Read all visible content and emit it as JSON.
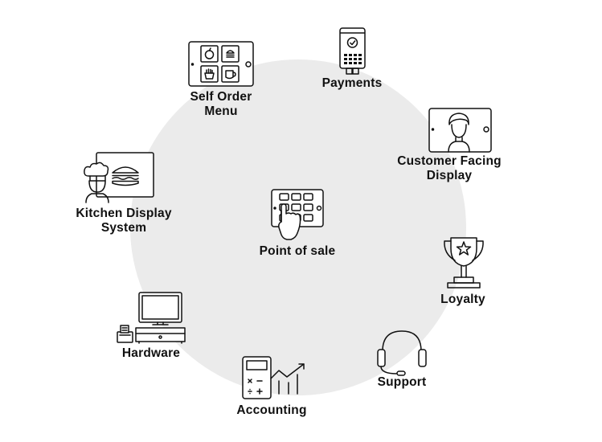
{
  "nodes": {
    "self_order_menu": {
      "label_line1": "Self Order",
      "label_line2": "Menu",
      "icon": "tablet-menu-icon"
    },
    "payments": {
      "label": "Payments",
      "icon": "card-terminal-icon"
    },
    "customer_facing_display": {
      "label_line1": "Customer Facing",
      "label_line2": "Display",
      "icon": "customer-display-icon"
    },
    "kitchen_display_system": {
      "label_line1": "Kitchen Display",
      "label_line2": "System",
      "icon": "chef-display-icon"
    },
    "point_of_sale": {
      "label": "Point of sale",
      "icon": "pos-tablet-icon"
    },
    "loyalty": {
      "label": "Loyalty",
      "icon": "trophy-icon"
    },
    "hardware": {
      "label": "Hardware",
      "icon": "pos-hardware-icon"
    },
    "support": {
      "label": "Support",
      "icon": "headset-icon"
    },
    "accounting": {
      "label": "Accounting",
      "icon": "calculator-chart-icon"
    }
  },
  "colors": {
    "background": "#ffffff",
    "circle": "#ebebeb",
    "stroke": "#111111",
    "text": "#111111"
  }
}
